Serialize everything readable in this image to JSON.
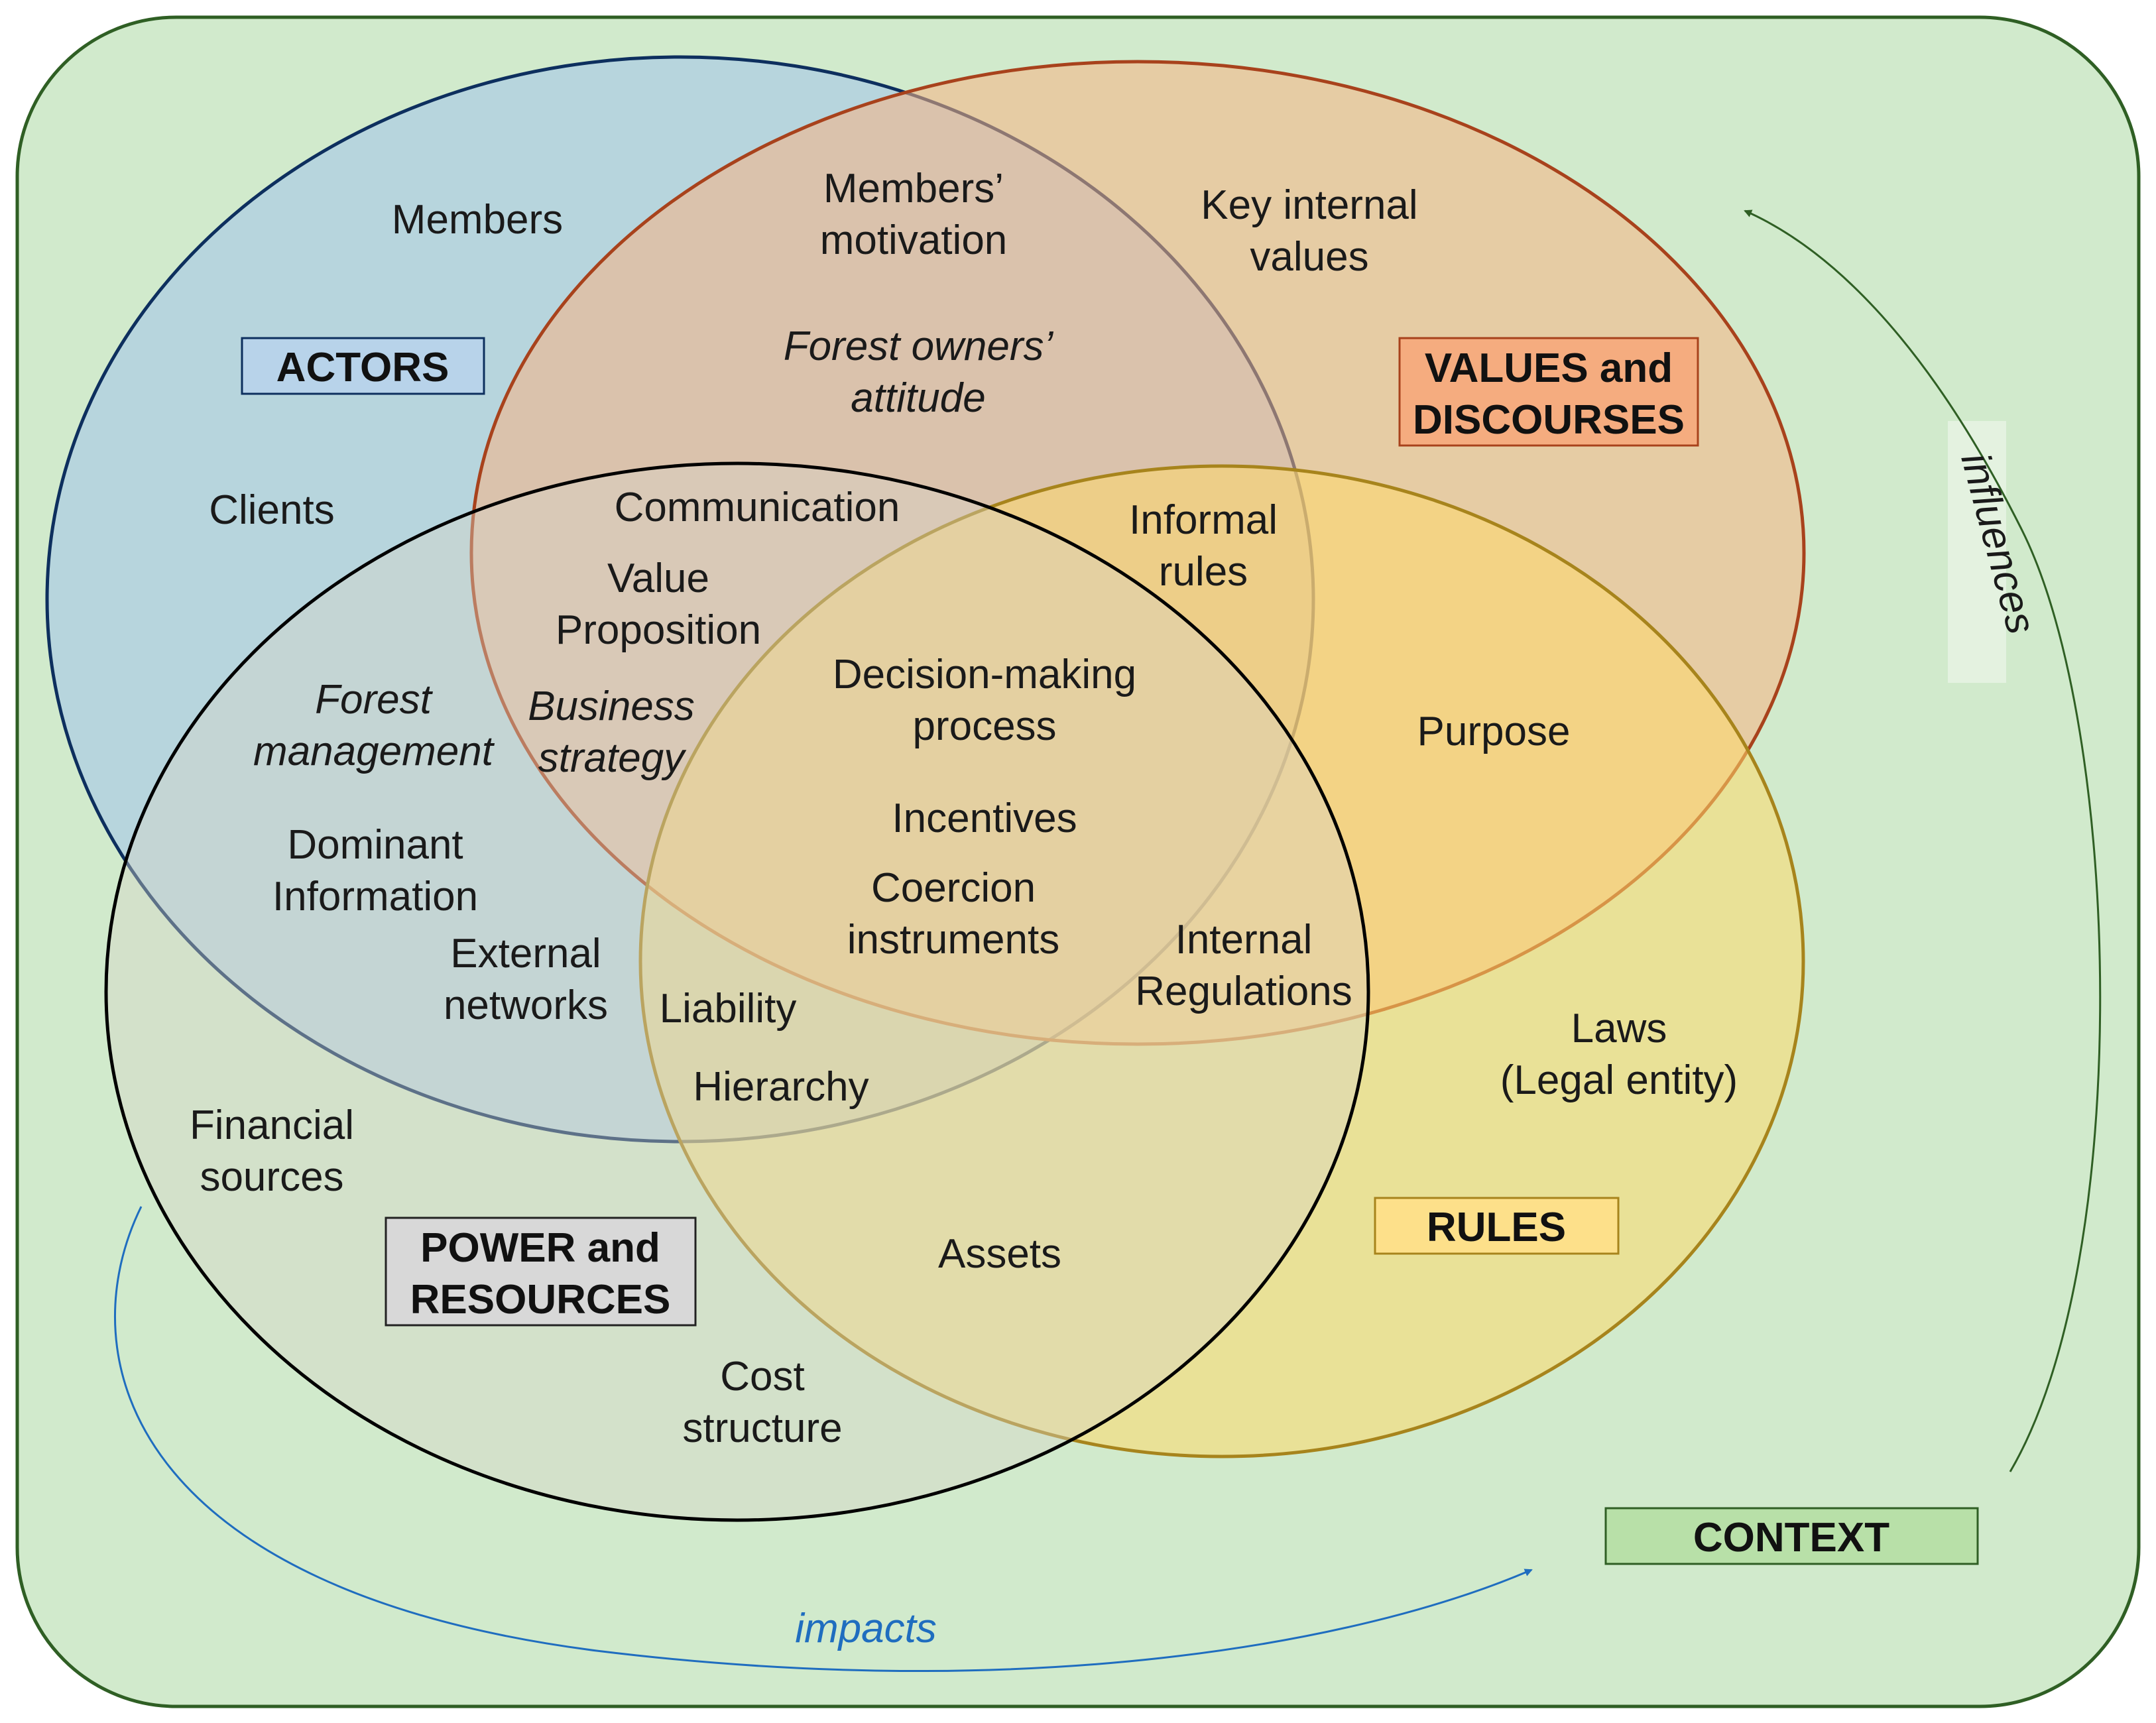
{
  "colors": {
    "context_fill": "#d1eacc",
    "context_stroke": "#2f5f24",
    "actors_fill": "#a6c8e6",
    "actors_stroke": "#0d2f5e",
    "actors_box": "#b8d3ea",
    "values_fill": "#f7b383",
    "values_stroke": "#a8421c",
    "values_box": "#f5ac7f",
    "rules_fill": "#fdd86b",
    "rules_stroke": "#a7841c",
    "rules_box": "#fde08a",
    "power_fill": "#d8d5c8",
    "power_stroke": "#000000",
    "power_box": "#d8d8d8",
    "context_box": "#b8e0a8",
    "impacts_color": "#1f6dbf",
    "influences_color": "#2f5f24"
  },
  "boxes": {
    "actors": "ACTORS",
    "values_line1": "VALUES and",
    "values_line2": "DISCOURSES",
    "power_line1": "POWER and",
    "power_line2": "RESOURCES",
    "rules": "RULES",
    "context": "CONTEXT"
  },
  "arrows": {
    "impacts": "impacts",
    "influences": "influences"
  },
  "labels": {
    "members": "Members",
    "clients": "Clients",
    "members_motivation_1": "Members’",
    "members_motivation_2": "motivation",
    "forest_owners_1": "Forest owners’",
    "forest_owners_2": "attitude",
    "key_values_1": "Key internal",
    "key_values_2": "values",
    "communication": "Communication",
    "value_prop_1": "Value",
    "value_prop_2": "Proposition",
    "forest_mgmt_1": "Forest",
    "forest_mgmt_2": "management",
    "business_strategy_1": "Business",
    "business_strategy_2": "strategy",
    "informal_rules_1": "Informal",
    "informal_rules_2": "rules",
    "decision_1": "Decision-making",
    "decision_2": "process",
    "purpose": "Purpose",
    "incentives": "Incentives",
    "dominant_1": "Dominant",
    "dominant_2": "Information",
    "coercion_1": "Coercion",
    "coercion_2": "instruments",
    "external_1": "External",
    "external_2": "networks",
    "internal_reg_1": "Internal",
    "internal_reg_2": "Regulations",
    "liability": "Liability",
    "laws_1": "Laws",
    "laws_2": "(Legal entity)",
    "hierarchy": "Hierarchy",
    "financial_1": "Financial",
    "financial_2": "sources",
    "assets": "Assets",
    "cost_1": "Cost",
    "cost_2": "structure"
  }
}
